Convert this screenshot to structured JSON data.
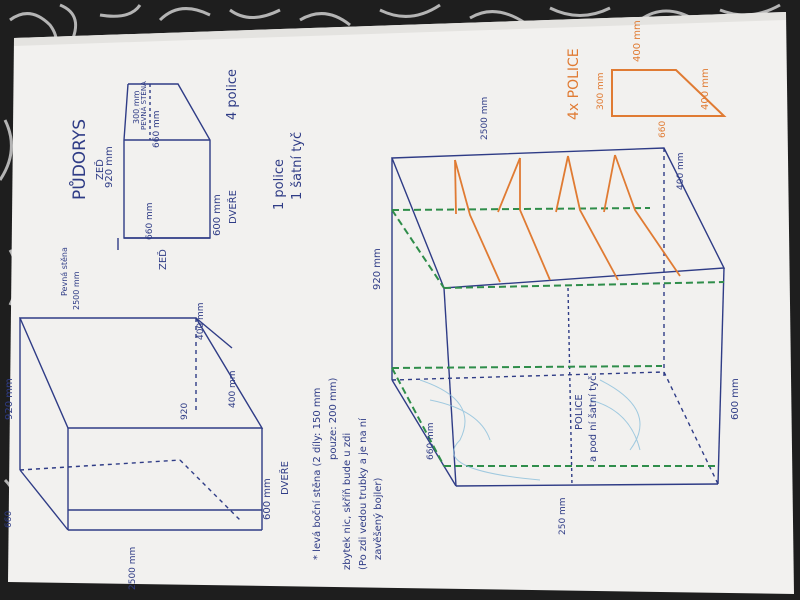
{
  "labels": {
    "pudorys": "PŮDORYS",
    "zed_top": "ZEĎ",
    "zed_bottom": "ZEĎ",
    "m920_plan": "920 mm",
    "m660_a": "660 mm",
    "m660_b": "660 mm",
    "m300_plan": "300 mm",
    "m600_plan": "600 mm",
    "dvere_plan": "DVEŘE",
    "dvere_side": "DVEŘE",
    "pevna_stena_left": "Pevná stěna",
    "pevna_stena_plan": "PEVNÁ STĚNA",
    "m2500": "2500 mm",
    "police4": "4 police",
    "police1": "1 police",
    "satni_tyc": "1 šatní tyč",
    "m920_left": "920 mm",
    "m400_left": "400 mm",
    "m600_left": "600 mm",
    "m660_left": "660",
    "m2500_left": "2500 mm",
    "m920_mid": "920",
    "m400_mid": "400 mm",
    "note1": "* levá boční stěna (2 díly: 150 mm",
    "note1b": "pouze: 200 mm)",
    "note2": "zbytek nic, skříň bude u zdi",
    "note3": "(Po zdi vedou trubky a je na ní",
    "note4": "zavěšený bojler)",
    "m920_right": "920 mm",
    "m400_right": "400 mm",
    "m600_right": "600 mm",
    "m2500_right": "2500 mm",
    "m660_right": "660 mm",
    "m250_right": "250 mm",
    "police_right": "POLICE",
    "satni_right": "a pod ní šatní tyč",
    "police4x": "4x POLICE",
    "m400_shelf_a": "400 mm",
    "m400_shelf_b": "400 mm",
    "m300_shelf": "300 mm",
    "m660_shelf": "660"
  },
  "colors": {
    "tablecloth": "#1f1f1f",
    "paper": "#f1f0ee",
    "pen_blue": "#2f3c86",
    "pen_orange": "#e07b33",
    "pen_green": "#2f8d4a",
    "pen_lightblue": "#7fb8d8"
  }
}
